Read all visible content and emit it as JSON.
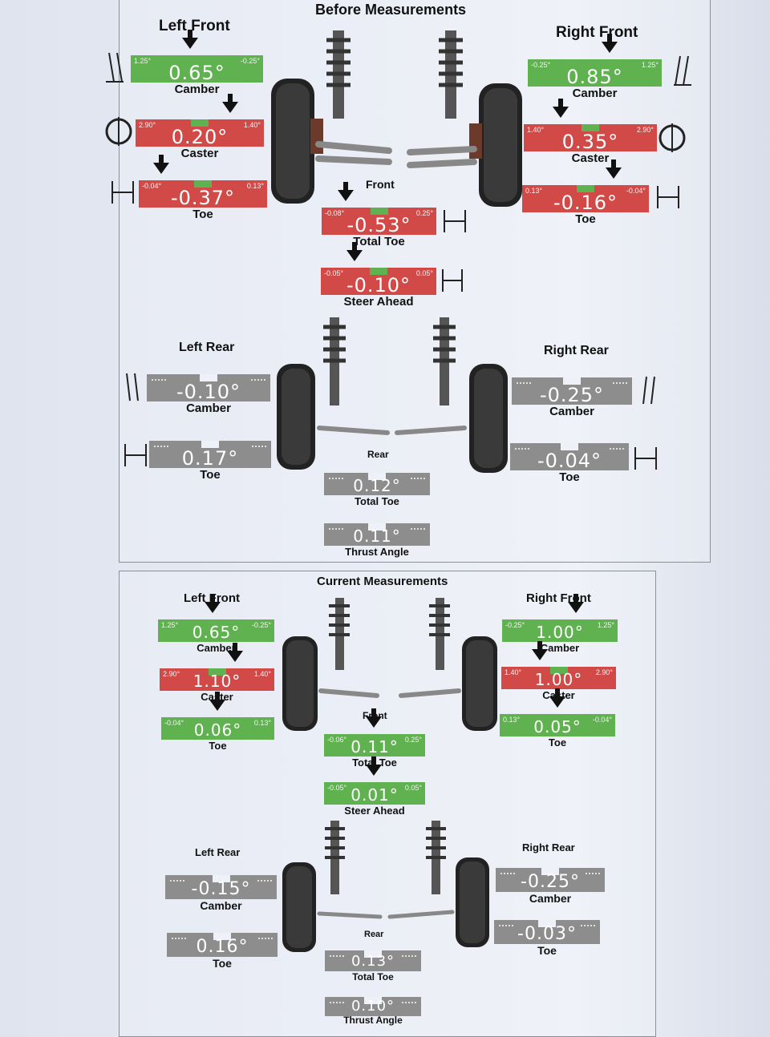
{
  "before": {
    "title": "Before Measurements",
    "left_front": "Left Front",
    "right_front": "Right Front",
    "front": "Front",
    "left_rear": "Left Rear",
    "right_rear": "Right Rear",
    "rear": "Rear",
    "lf_camber": {
      "label": "Camber",
      "value": "0.65°",
      "min": "1.25°",
      "max": "-0.25°",
      "status": "green"
    },
    "lf_caster": {
      "label": "Caster",
      "value": "0.20°",
      "min": "2.90°",
      "max": "1.40°",
      "status": "red"
    },
    "lf_toe": {
      "label": "Toe",
      "value": "-0.37°",
      "min": "-0.04°",
      "max": "0.13°",
      "status": "red"
    },
    "rf_camber": {
      "label": "Camber",
      "value": "0.85°",
      "min": "-0.25°",
      "max": "1.25°",
      "status": "green"
    },
    "rf_caster": {
      "label": "Caster",
      "value": "0.35°",
      "min": "1.40°",
      "max": "2.90°",
      "status": "red"
    },
    "rf_toe": {
      "label": "Toe",
      "value": "-0.16°",
      "min": "0.13°",
      "max": "-0.04°",
      "status": "red"
    },
    "front_total_toe": {
      "label": "Total Toe",
      "value": "-0.53°",
      "min": "-0.08°",
      "max": "0.25°",
      "status": "red"
    },
    "steer_ahead": {
      "label": "Steer Ahead",
      "value": "-0.10°",
      "min": "-0.05°",
      "max": "0.05°",
      "status": "red"
    },
    "lr_camber": {
      "label": "Camber",
      "value": "-0.10°",
      "status": "gray"
    },
    "lr_toe": {
      "label": "Toe",
      "value": "0.17°",
      "status": "gray"
    },
    "rr_camber": {
      "label": "Camber",
      "value": "-0.25°",
      "status": "gray"
    },
    "rr_toe": {
      "label": "Toe",
      "value": "-0.04°",
      "status": "gray"
    },
    "rear_total_toe": {
      "label": "Total Toe",
      "value": "0.12°",
      "status": "gray"
    },
    "thrust_angle": {
      "label": "Thrust Angle",
      "value": "0.11°",
      "status": "gray"
    }
  },
  "current": {
    "title": "Current Measurements",
    "left_front": "Left Front",
    "right_front": "Right Front",
    "front": "Front",
    "left_rear": "Left Rear",
    "right_rear": "Right Rear",
    "rear": "Rear",
    "lf_camber": {
      "label": "Camber",
      "value": "0.65°",
      "min": "1.25°",
      "max": "-0.25°",
      "status": "green"
    },
    "lf_caster": {
      "label": "Caster",
      "value": "1.10°",
      "min": "2.90°",
      "max": "1.40°",
      "status": "red"
    },
    "lf_toe": {
      "label": "Toe",
      "value": "0.06°",
      "min": "-0.04°",
      "max": "0.13°",
      "status": "green"
    },
    "rf_camber": {
      "label": "Camber",
      "value": "1.00°",
      "min": "-0.25°",
      "max": "1.25°",
      "status": "green"
    },
    "rf_caster": {
      "label": "Caster",
      "value": "1.00°",
      "min": "1.40°",
      "max": "2.90°",
      "status": "red"
    },
    "rf_toe": {
      "label": "Toe",
      "value": "0.05°",
      "min": "0.13°",
      "max": "-0.04°",
      "status": "green"
    },
    "front_total_toe": {
      "label": "Total Toe",
      "value": "0.11°",
      "min": "-0.06°",
      "max": "0.25°",
      "status": "green"
    },
    "steer_ahead": {
      "label": "Steer Ahead",
      "value": "0.01°",
      "min": "-0.05°",
      "max": "0.05°",
      "status": "green"
    },
    "lr_camber": {
      "label": "Camber",
      "value": "-0.15°",
      "status": "gray"
    },
    "lr_toe": {
      "label": "Toe",
      "value": "0.16°",
      "status": "gray"
    },
    "rr_camber": {
      "label": "Camber",
      "value": "-0.25°",
      "status": "gray"
    },
    "rr_toe": {
      "label": "Toe",
      "value": "-0.03°",
      "status": "gray"
    },
    "rear_total_toe": {
      "label": "Total Toe",
      "value": "0.13°",
      "status": "gray"
    },
    "thrust_angle": {
      "label": "Thrust Angle",
      "value": "0.10°",
      "status": "gray"
    }
  },
  "colors": {
    "in_spec": "#5fb24f",
    "out_of_spec": "#d24a48",
    "no_spec": "#8d8d8d"
  }
}
